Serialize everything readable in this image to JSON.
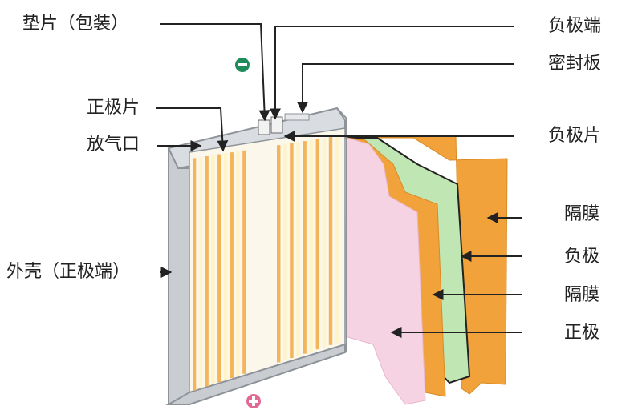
{
  "labels": {
    "gasket_package": "垫片（包装）",
    "positive_tab": "正极片",
    "vent": "放气口",
    "shell_positive": "外壳（正极端）",
    "negative_terminal": "负极端",
    "seal_plate": "密封板",
    "negative_tab": "负极片",
    "separator_outer": "隔膜",
    "negative_electrode": "负极",
    "separator_inner": "隔膜",
    "positive_electrode": "正极"
  },
  "colors": {
    "shell": "#c9cdd2",
    "shell_edge": "#8e9399",
    "stripe_orange": "#f3b45a",
    "stripe_cream": "#fff3c8",
    "positive_pink": "#f6d3e3",
    "separator_orange": "#f1a23a",
    "negative_green": "#bfe6b3",
    "leader": "#222222",
    "negative_symbol": "#1f8a5a",
    "positive_symbol": "#e06a95"
  },
  "icons": {
    "negative_marker": "minus-circle-icon",
    "positive_marker": "plus-circle-icon"
  }
}
